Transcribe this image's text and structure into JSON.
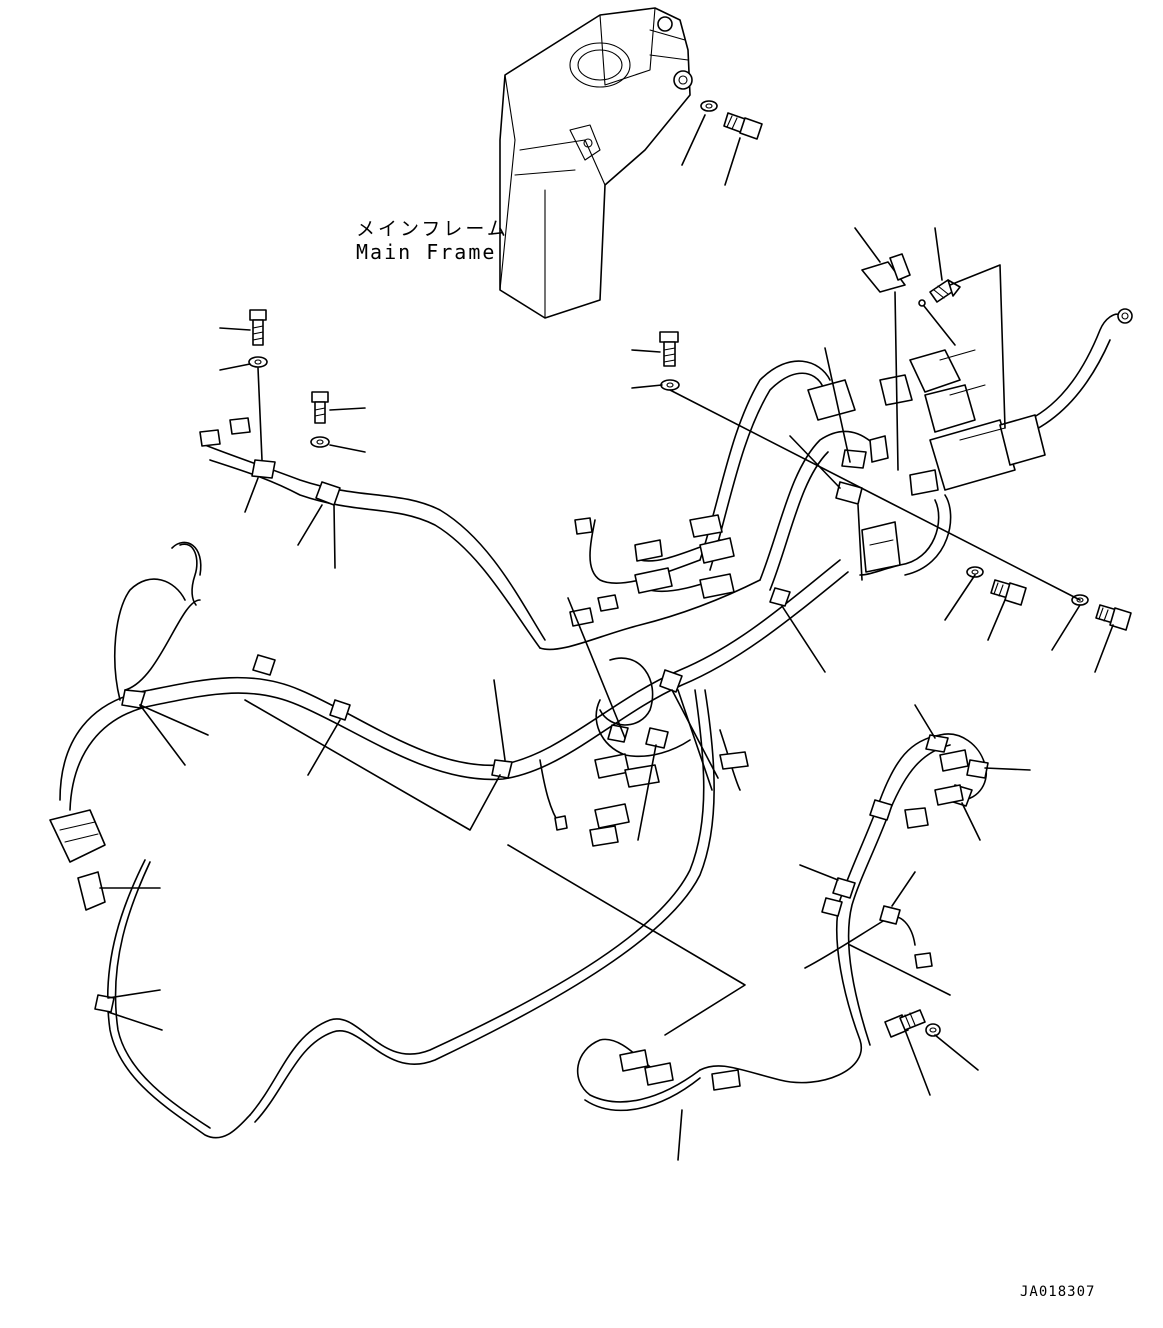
{
  "labels": {
    "main_frame_jp": "メインフレーム",
    "main_frame_en": "Main Frame",
    "drawing_number": "JA018307"
  },
  "colors": {
    "line": "#000000",
    "background": "#ffffff"
  }
}
